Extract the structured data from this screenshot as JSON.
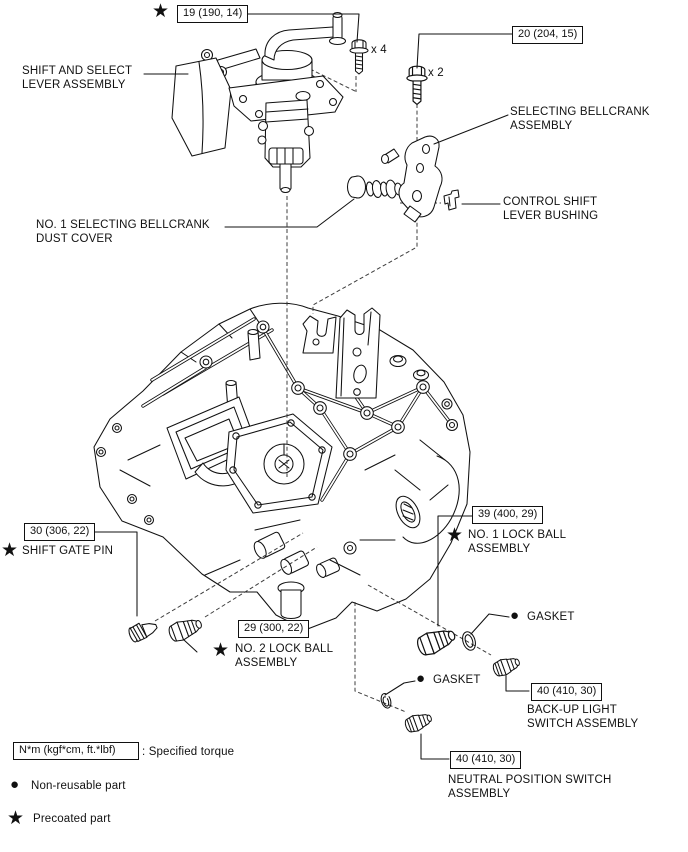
{
  "torque_boxes": {
    "b19": "19 (190, 14)",
    "b20": "20 (204, 15)",
    "b30": "30 (306, 22)",
    "b29": "29 (300, 22)",
    "b39": "39 (400, 29)",
    "b40_backup": "40 (410, 30)",
    "b40_neutral": "40 (410, 30)"
  },
  "quantities": {
    "x4": "x 4",
    "x2": "x 2"
  },
  "part_labels": {
    "shift_select": "SHIFT AND SELECT\nLEVER ASSEMBLY",
    "selecting_bellcrank": "SELECTING BELLCRANK\nASSEMBLY",
    "control_bushing": "CONTROL SHIFT\nLEVER BUSHING",
    "dust_cover": "NO. 1 SELECTING BELLCRANK\nDUST COVER",
    "shift_gate_pin": "SHIFT GATE PIN",
    "no2_lock_ball": "NO. 2 LOCK BALL\nASSEMBLY",
    "no1_lock_ball": "NO. 1 LOCK BALL\nASSEMBLY",
    "gasket_upper": "GASKET",
    "gasket_lower": "GASKET",
    "backup_switch": "BACK-UP LIGHT\nSWITCH ASSEMBLY",
    "neutral_switch": "NEUTRAL POSITION SWITCH\nASSEMBLY"
  },
  "legend": {
    "torque_unit": "N*m (kgf*cm, ft.*lbf)",
    "torque_desc": ": Specified torque",
    "non_reusable": "Non-reusable part",
    "precoated": "Precoated part"
  },
  "symbols": {
    "star": "★",
    "dot": "●"
  },
  "colors": {
    "line": "#111111",
    "background": "#ffffff"
  }
}
